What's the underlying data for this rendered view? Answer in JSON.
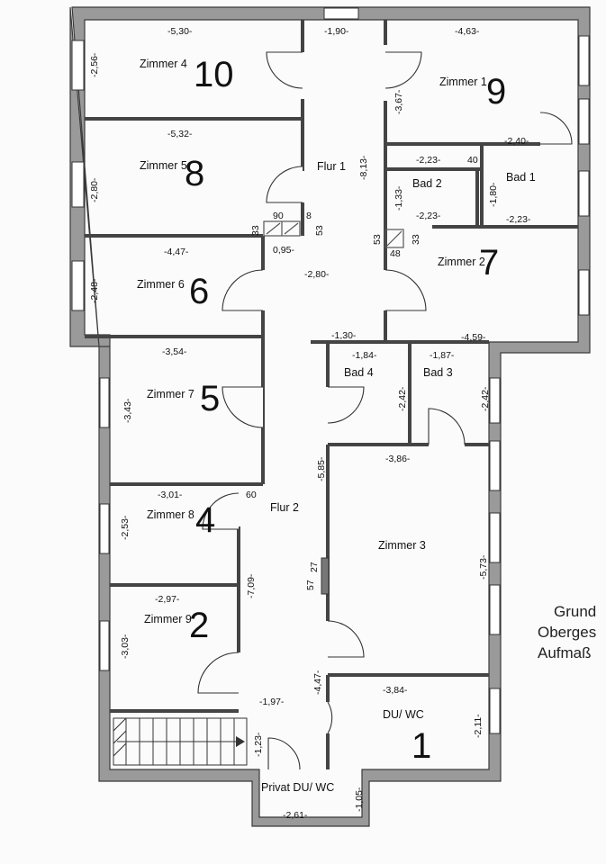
{
  "rooms": {
    "r10": {
      "label": "Zimmer 4",
      "num": "10"
    },
    "r9": {
      "label": "Zimmer 1",
      "num": "9"
    },
    "r8": {
      "label": "Zimmer 5",
      "num": "8"
    },
    "r7": {
      "label": "Zimmer 2",
      "num": "7"
    },
    "r6": {
      "label": "Zimmer 6",
      "num": "6"
    },
    "r5": {
      "label": "Zimmer 7",
      "num": "5"
    },
    "r4": {
      "label": "Zimmer 8",
      "num": "4"
    },
    "r3": {
      "label": "Zimmer 3"
    },
    "r2": {
      "label": "Zimmer 9",
      "num": "2"
    },
    "r1": {
      "label": "DU/ WC",
      "num": "1"
    },
    "bad1": {
      "label": "Bad 1"
    },
    "bad2": {
      "label": "Bad 2"
    },
    "bad3": {
      "label": "Bad 3"
    },
    "bad4": {
      "label": "Bad 4"
    },
    "flur1": {
      "label": "Flur 1"
    },
    "flur2": {
      "label": "Flur 2"
    },
    "privat": {
      "label": "Privat DU/ WC"
    }
  },
  "dims": {
    "d530": "-5,30-",
    "d190": "-1,90-",
    "d463": "-4,63-",
    "d256": "-2,56-",
    "d367": "-3,67-",
    "d532": "-5,32-",
    "d240": "-2,40-",
    "d223a": "-2,23-",
    "d40": "40",
    "d813": "-8,13-",
    "d280a": "-2,80-",
    "d133": "-1,33-",
    "d180": "-1,80-",
    "d223b": "-2,23-",
    "d223c": "-2,23-",
    "d90": "90",
    "d8": "8",
    "d33a": "33",
    "d53a": "53",
    "d095": "0,95-",
    "d53b": "53",
    "d33b": "33",
    "d48": "48",
    "d447": "-4,47-",
    "d248": "-2,48-",
    "d280b": "-2,80-",
    "d130": "-1,30-",
    "d459": "-4,59-",
    "d354": "-3,54-",
    "d184": "-1,84-",
    "d187": "-1,87-",
    "d343": "-3,43-",
    "d242a": "-2,42-",
    "d242b": "-2,42-",
    "d386": "-3,86-",
    "d585": "-5,85-",
    "d301": "-3,01-",
    "d60": "60",
    "d253": "-2,53-",
    "d709": "-7,09-",
    "d573": "-5,73-",
    "d27": "27",
    "d57": "57",
    "d297": "-2,97-",
    "d303": "-3,03-",
    "d447b": "-4,47-",
    "d384": "-3,84-",
    "d197": "-1,97-",
    "d211": "-2,11-",
    "d123": "-1,23-",
    "d105": "-1,05-",
    "d261": "-2,61-"
  },
  "title": {
    "line1": "Grund",
    "line2": "Oberges",
    "line3": "Aufmaß"
  }
}
